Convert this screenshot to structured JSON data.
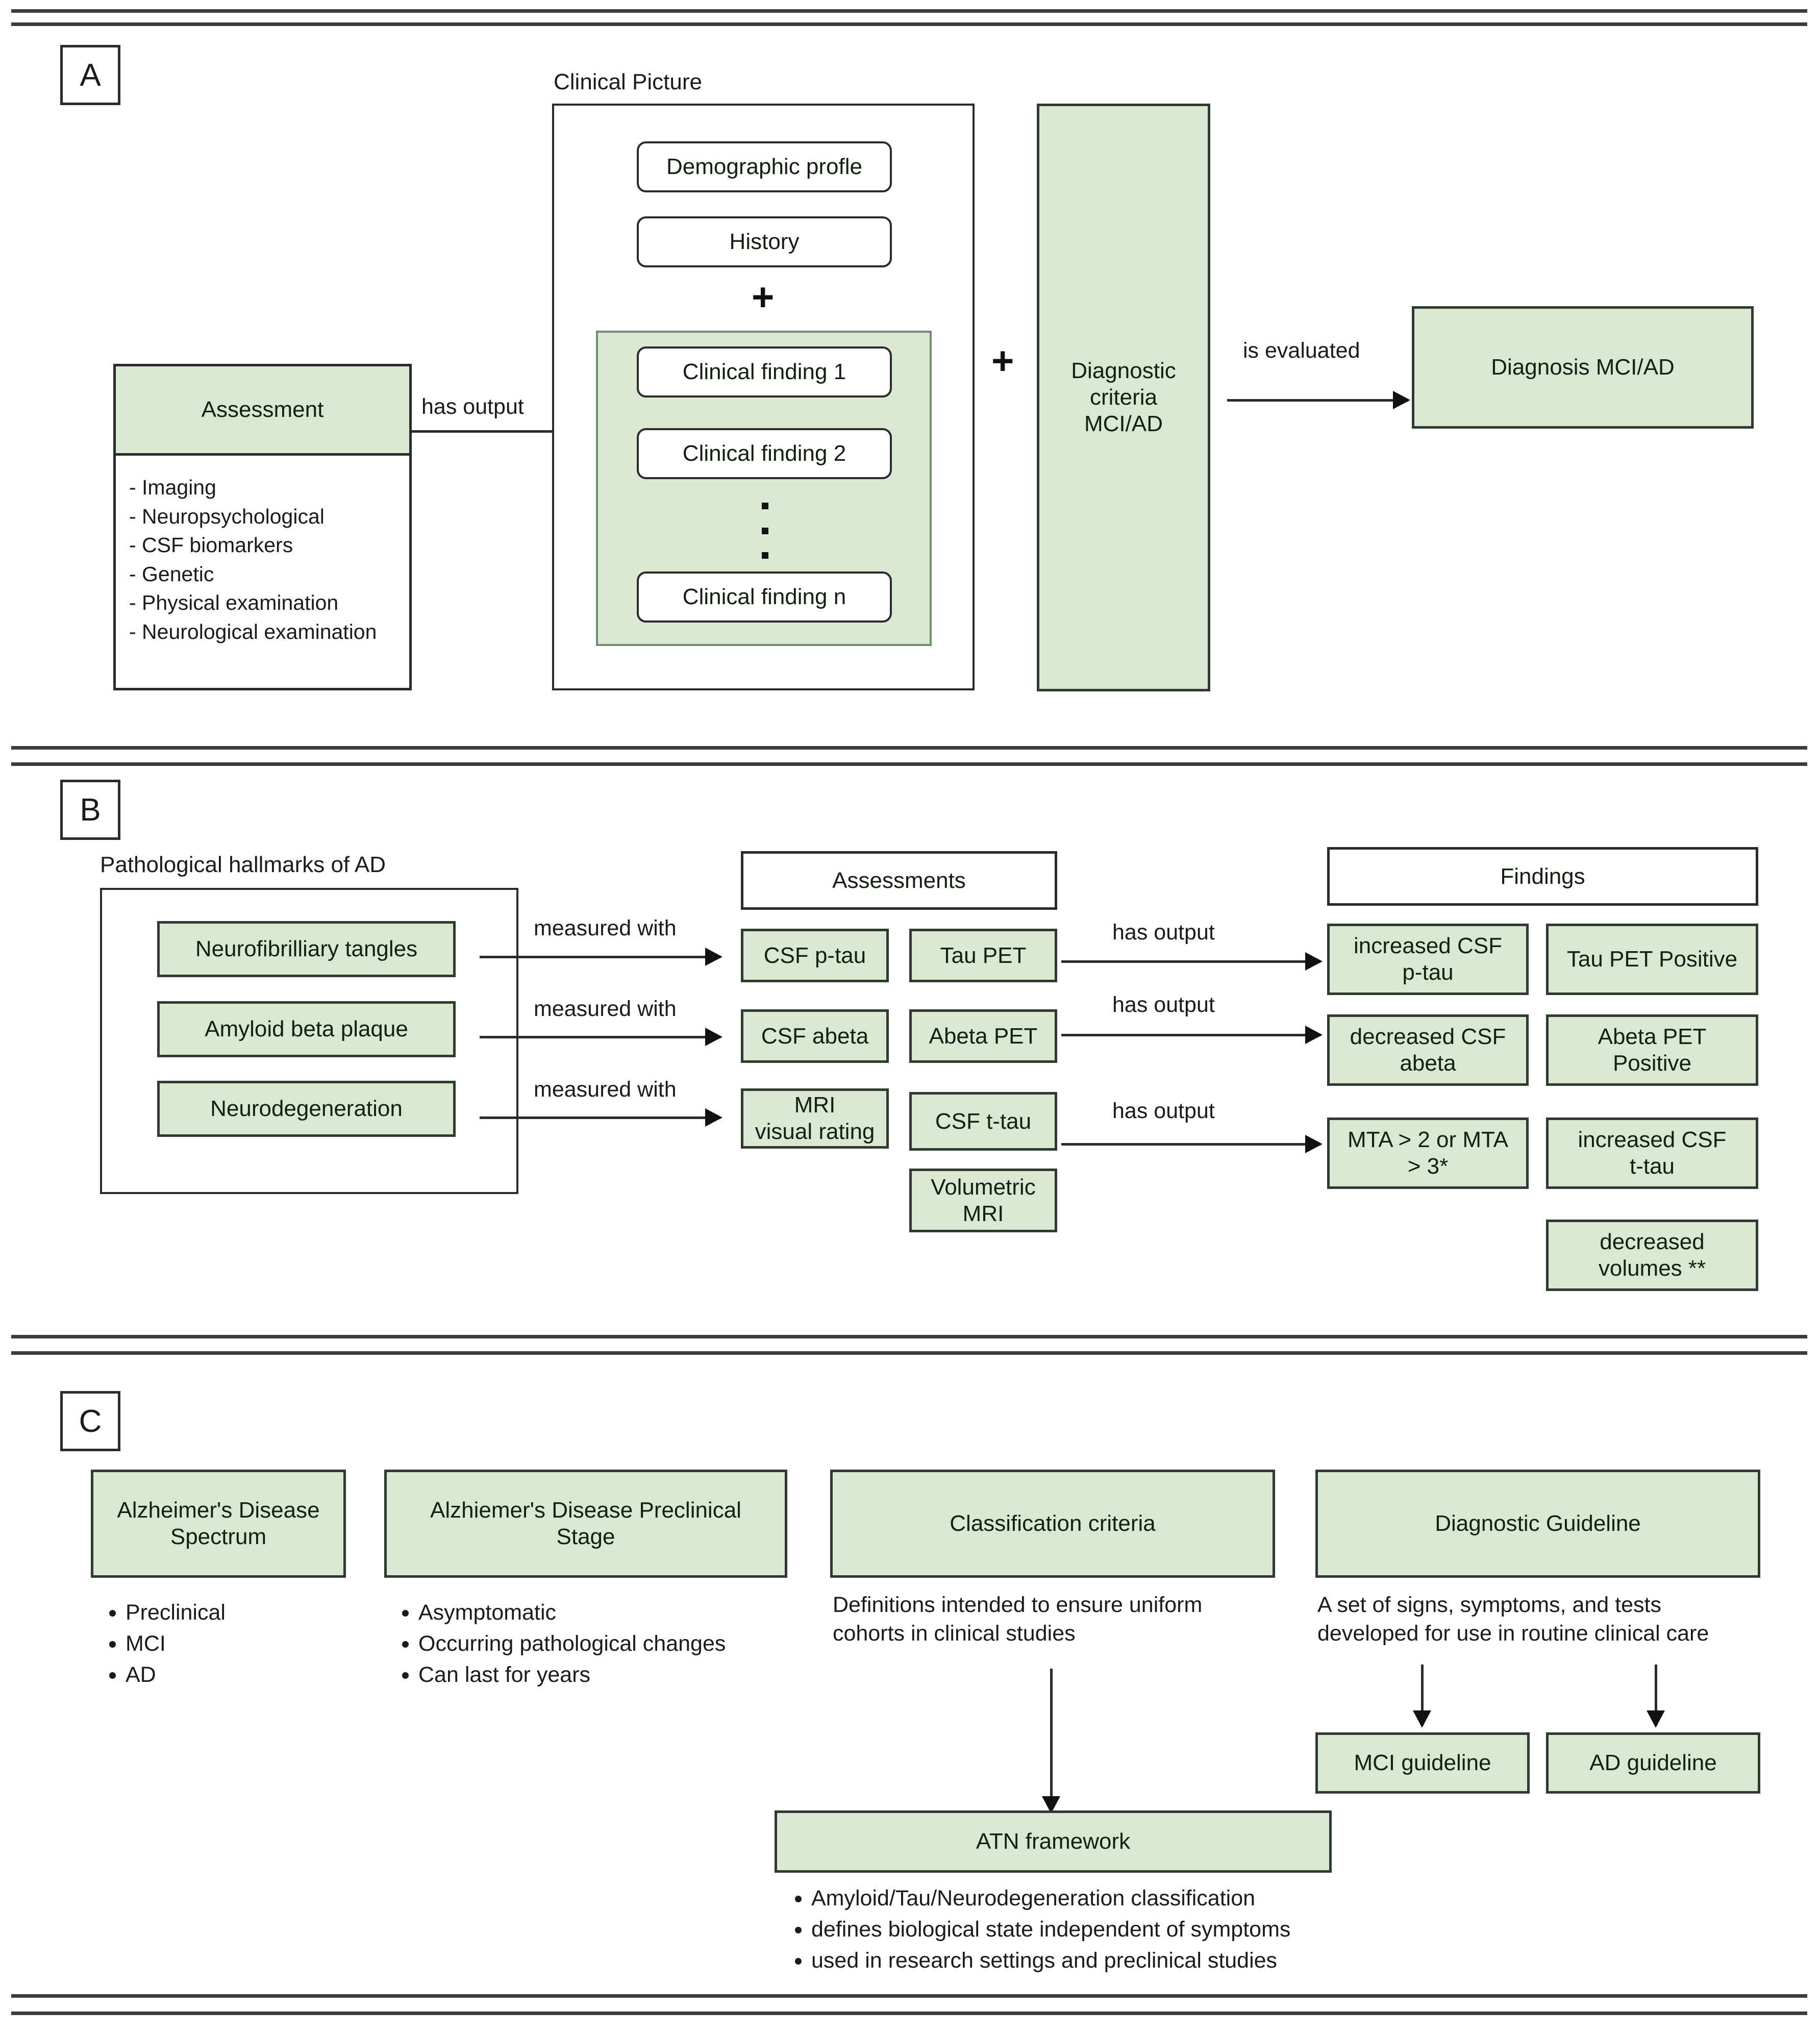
{
  "figure": {
    "panels": [
      "A",
      "B",
      "C"
    ]
  },
  "panelA": {
    "letter": "A",
    "assessment": {
      "title": "Assessment",
      "items": [
        "- Imaging",
        "- Neuropsychological",
        "- CSF biomarkers",
        "- Genetic",
        "- Physical examination",
        "- Neurological examination"
      ]
    },
    "edge_has_output": "has output",
    "clinical_picture": {
      "caption": "Clinical Picture",
      "demographic": "Demographic profle",
      "history": "History",
      "plus": "+",
      "findings": [
        "Clinical finding 1",
        "Clinical finding 2",
        "Clinical finding n"
      ],
      "ellipsis": "⋮"
    },
    "plus_between": "+",
    "diagnostic_criteria": "Diagnostic\ncriteria\nMCI/AD",
    "diagnostic_criteria_lines": [
      "Diagnostic",
      "criteria",
      "MCI/AD"
    ],
    "edge_is_evaluated": "is evaluated",
    "diagnosis": "Diagnosis MCI/AD"
  },
  "panelB": {
    "letter": "B",
    "hallmarks_caption": "Pathological hallmarks of AD",
    "hallmarks": [
      "Neurofibrilliary tangles",
      "Amyloid beta plaque",
      "Neurodegeneration"
    ],
    "edge_measured_with": "measured with",
    "assessments_header": "Assessments",
    "assessments_col1": [
      "CSF p-tau",
      "CSF abeta",
      "MRI\nvisual rating"
    ],
    "assessments_col1_lines": [
      [
        "CSF p-tau"
      ],
      [
        "CSF abeta"
      ],
      [
        "MRI",
        "visual rating"
      ]
    ],
    "assessments_col2_lines": [
      [
        "Tau PET"
      ],
      [
        "Abeta PET"
      ],
      [
        "CSF t-tau"
      ],
      [
        "Volumetric",
        "MRI"
      ]
    ],
    "edge_has_output": "has output",
    "findings_header": "Findings",
    "findings_col1_lines": [
      [
        "increased CSF",
        "p-tau"
      ],
      [
        "decreased CSF",
        "abeta"
      ],
      [
        "MTA > 2 or MTA",
        "> 3*"
      ]
    ],
    "findings_col2_lines": [
      [
        "Tau PET Positive"
      ],
      [
        "Abeta PET",
        "Positive"
      ],
      [
        "increased CSF",
        "t-tau"
      ],
      [
        "decreased",
        "volumes **"
      ]
    ]
  },
  "panelC": {
    "letter": "C",
    "columns": [
      {
        "title_lines": [
          "Alzheimer's Disease",
          "Spectrum"
        ],
        "bullets": [
          "Preclinical",
          "MCI",
          "AD"
        ]
      },
      {
        "title_lines": [
          "Alzhiemer's Disease Preclinical",
          "Stage"
        ],
        "bullets": [
          "Asymptomatic",
          "Occurring pathological changes",
          "Can last for years"
        ]
      },
      {
        "title_lines": [
          "Classification criteria"
        ],
        "description_lines": [
          "Definitions intended to ensure uniform",
          "cohorts in clinical studies"
        ]
      },
      {
        "title_lines": [
          "Diagnostic Guideline"
        ],
        "description_lines": [
          "A set of signs, symptoms, and tests",
          "developed for use in routine clinical care"
        ]
      }
    ],
    "mci_guideline": "MCI guideline",
    "ad_guideline": "AD guideline",
    "atn": {
      "title": "ATN framework",
      "bullets": [
        "Amyloid/Tau/Neurodegeneration classification",
        "defines biological state independent of symptoms",
        "used in research settings and preclinical studies"
      ]
    }
  },
  "colors": {
    "green_fill": "#d9e8d2",
    "outline": "#2b2b2b",
    "text": "#1b1b1b"
  }
}
